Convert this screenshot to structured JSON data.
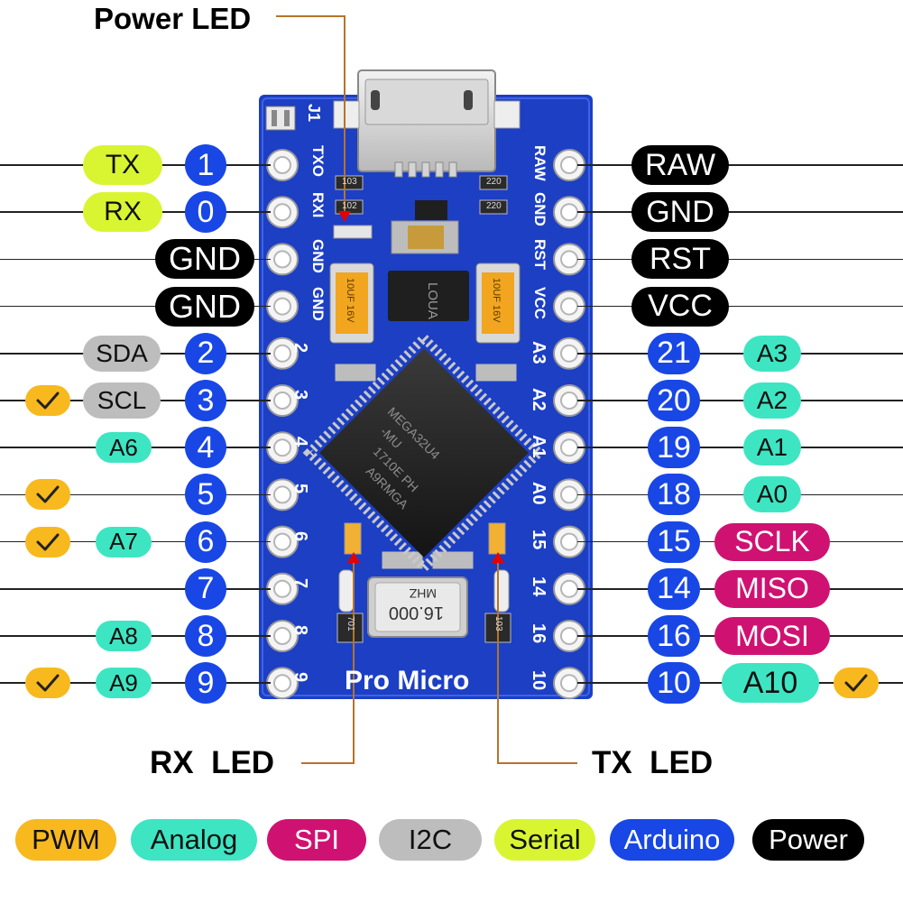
{
  "callouts": {
    "power_led": "Power LED",
    "rx_led": "RX  LED",
    "tx_led": "TX  LED"
  },
  "board": {
    "name": "Pro Micro",
    "j1": "J1",
    "chip_lines": [
      "MEGA32U4",
      "-MU",
      "1710E PH",
      "A9RMGA"
    ],
    "crystal": "16.000",
    "crystal_sub": "MHZ",
    "regulator": "LOUA",
    "cap_left": "10UF 16V",
    "cap_right": "10UF 16V",
    "res_codes": [
      "103",
      "102",
      "220",
      "220",
      "701",
      "103"
    ],
    "silk_left": [
      "TXO",
      "RXI",
      "GND",
      "GND",
      "2",
      "3",
      "4",
      "5",
      "6",
      "7",
      "8",
      "9"
    ],
    "silk_right": [
      "RAW",
      "GND",
      "RST",
      "VCC",
      "A3",
      "A2",
      "A1",
      "A0",
      "15",
      "14",
      "16",
      "10"
    ]
  },
  "pins_left": [
    {
      "func": [
        "TX"
      ],
      "func_types": [
        "serial"
      ],
      "arduino": "1"
    },
    {
      "func": [
        "RX"
      ],
      "func_types": [
        "serial"
      ],
      "arduino": "0"
    },
    {
      "func": [
        "GND"
      ],
      "func_types": [
        "power"
      ],
      "arduino": ""
    },
    {
      "func": [
        "GND"
      ],
      "func_types": [
        "power"
      ],
      "arduino": ""
    },
    {
      "func": [
        "SDA"
      ],
      "func_types": [
        "i2c"
      ],
      "arduino": "2"
    },
    {
      "func": [
        "PWM",
        "SCL"
      ],
      "func_types": [
        "pwm",
        "i2c"
      ],
      "arduino": "3"
    },
    {
      "func": [
        "A6"
      ],
      "func_types": [
        "analog"
      ],
      "arduino": "4"
    },
    {
      "func": [
        "PWM"
      ],
      "func_types": [
        "pwm"
      ],
      "arduino": "5"
    },
    {
      "func": [
        "PWM",
        "A7"
      ],
      "func_types": [
        "pwm",
        "analog"
      ],
      "arduino": "6"
    },
    {
      "func": [],
      "func_types": [],
      "arduino": "7"
    },
    {
      "func": [
        "A8"
      ],
      "func_types": [
        "analog"
      ],
      "arduino": "8"
    },
    {
      "func": [
        "PWM",
        "A9"
      ],
      "func_types": [
        "pwm",
        "analog"
      ],
      "arduino": "9"
    }
  ],
  "pins_right": [
    {
      "func": [
        "RAW"
      ],
      "func_types": [
        "power"
      ],
      "arduino": ""
    },
    {
      "func": [
        "GND"
      ],
      "func_types": [
        "power"
      ],
      "arduino": ""
    },
    {
      "func": [
        "RST"
      ],
      "func_types": [
        "power"
      ],
      "arduino": ""
    },
    {
      "func": [
        "VCC"
      ],
      "func_types": [
        "power"
      ],
      "arduino": ""
    },
    {
      "func": [
        "A3"
      ],
      "func_types": [
        "analog"
      ],
      "arduino": "21"
    },
    {
      "func": [
        "A2"
      ],
      "func_types": [
        "analog"
      ],
      "arduino": "20"
    },
    {
      "func": [
        "A1"
      ],
      "func_types": [
        "analog"
      ],
      "arduino": "19"
    },
    {
      "func": [
        "A0"
      ],
      "func_types": [
        "analog"
      ],
      "arduino": "18"
    },
    {
      "func": [
        "SCLK"
      ],
      "func_types": [
        "spi"
      ],
      "arduino": "15"
    },
    {
      "func": [
        "MISO"
      ],
      "func_types": [
        "spi"
      ],
      "arduino": "14"
    },
    {
      "func": [
        "MOSI"
      ],
      "func_types": [
        "spi"
      ],
      "arduino": "16"
    },
    {
      "func": [
        "A10",
        "PWM"
      ],
      "func_types": [
        "analog",
        "pwm"
      ],
      "arduino": "10"
    }
  ],
  "legend": [
    {
      "label": "PWM",
      "type": "pwm"
    },
    {
      "label": "Analog",
      "type": "analog"
    },
    {
      "label": "SPI",
      "type": "spi"
    },
    {
      "label": "I2C",
      "type": "i2c"
    },
    {
      "label": "Serial",
      "type": "serial"
    },
    {
      "label": "Arduino",
      "type": "arduino"
    },
    {
      "label": "Power",
      "type": "power"
    }
  ],
  "colors": {
    "pwm": "#f7b91e",
    "analog": "#3ee5c2",
    "spi": "#cf1271",
    "i2c": "#bdbdbd",
    "serial": "#d9f531",
    "arduino": "#1847e6",
    "power": "#000000",
    "board": "#1c3fc4",
    "leader": "#b5742a"
  }
}
